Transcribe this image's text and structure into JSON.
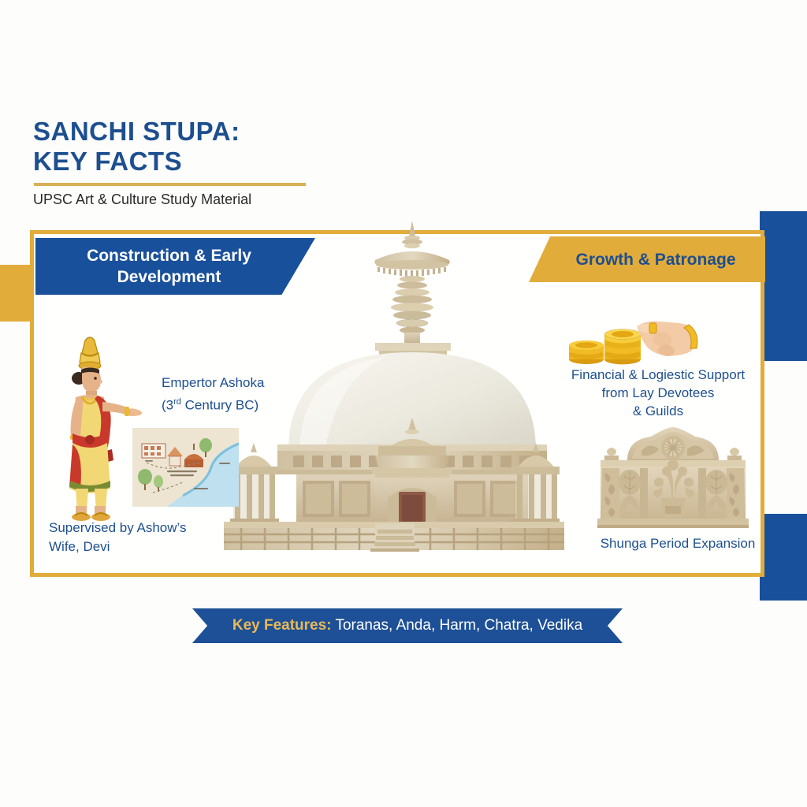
{
  "header": {
    "title_line1": "SANCHI STUPA:",
    "title_line2": "KEY FACTS",
    "subtitle": "UPSC Art & Culture Study Material"
  },
  "colors": {
    "brand_blue": "#19509b",
    "brand_gold": "#e2ac3b",
    "text_blue": "#1d4f8f",
    "ribbon_blue": "#1d5096",
    "ribbon_gold_text": "#e8b957",
    "background": "#fdfdfc",
    "stupa_dome": "#eeece4",
    "stone": "#d8c9ae"
  },
  "left_panel": {
    "banner_line1": "Construction & Early",
    "banner_line2": "Development",
    "ashoka_label_line1": "Empertor Ashoka",
    "ashoka_label_line2_pre": "(3",
    "ashoka_label_line2_sup": "rd",
    "ashoka_label_line2_post": " Century BC)",
    "devi_label_line1": "Supervised by Ashow’s",
    "devi_label_line2": "Wife, Devi",
    "figure_name": "emperor-ashoka-illustration",
    "map_name": "hand-drawn-site-map"
  },
  "right_panel": {
    "banner": "Growth & Patronage",
    "financial_line1": "Financial & Logiestic Support",
    "financial_line2": "from Lay Devotees",
    "financial_line3": "& Guilds",
    "shunga_label": "Shunga Period Expansion",
    "coins_name": "coins-and-hand-illustration",
    "relief_name": "shunga-railing-relief-illustration"
  },
  "center": {
    "stupa_name": "sanchi-stupa-illustration"
  },
  "ribbon": {
    "key_label": "Key Features:",
    "features_text": " Toranas, Anda, Harm, Chatra, Vedika",
    "features": [
      "Toranas",
      "Anda",
      "Harm",
      "Chatra",
      "Vedika"
    ]
  }
}
